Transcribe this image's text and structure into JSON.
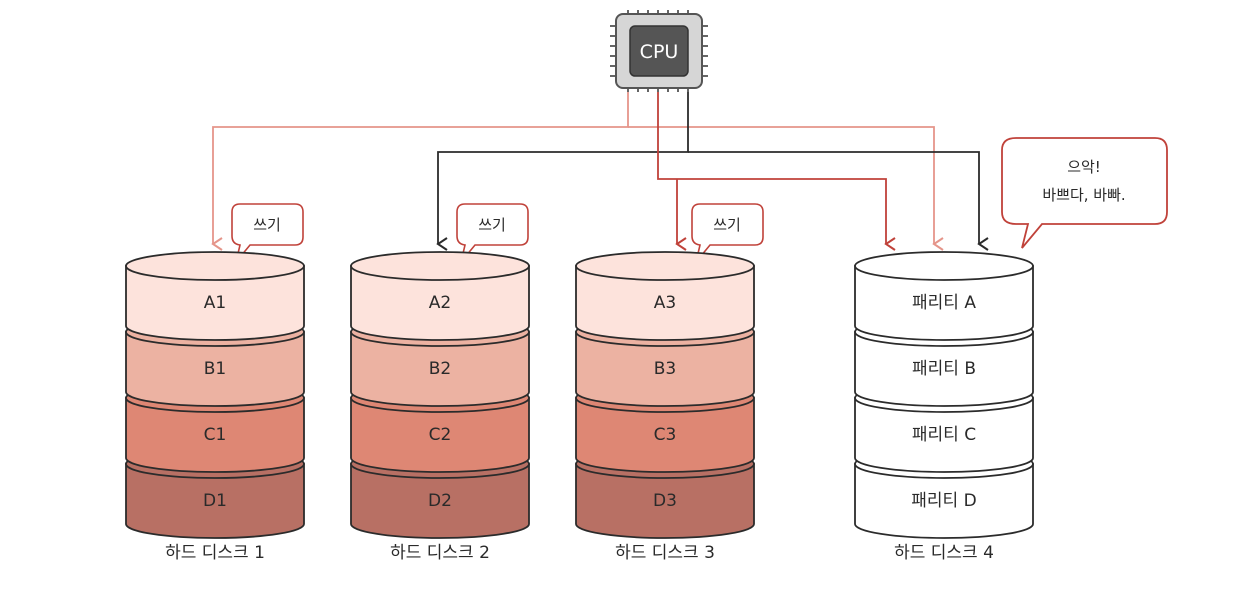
{
  "cpu": {
    "label": "CPU"
  },
  "bubble_text": "쓰기",
  "complaint": {
    "line1": "으악!",
    "line2": "바쁘다, 바빠."
  },
  "disks": [
    {
      "caption": "하드 디스크 1",
      "segments": [
        "A1",
        "B1",
        "C1",
        "D1"
      ]
    },
    {
      "caption": "하드 디스크 2",
      "segments": [
        "A2",
        "B2",
        "C2",
        "D2"
      ]
    },
    {
      "caption": "하드 디스크 3",
      "segments": [
        "A3",
        "B3",
        "C3",
        "D3"
      ]
    },
    {
      "caption": "하드 디스크 4",
      "segments": [
        "패리티 A",
        "패리티 B",
        "패리티 C",
        "패리티 D"
      ]
    }
  ],
  "colors": {
    "segment_fills": [
      "#fde3dc",
      "#ecb2a2",
      "#de8774",
      "#b87064"
    ],
    "parity_fill": "#ffffff",
    "outline": "#2b2b2b",
    "red_line": "#c0423a",
    "pink_line": "#e5958a",
    "bubble_border": "#c0423a"
  }
}
